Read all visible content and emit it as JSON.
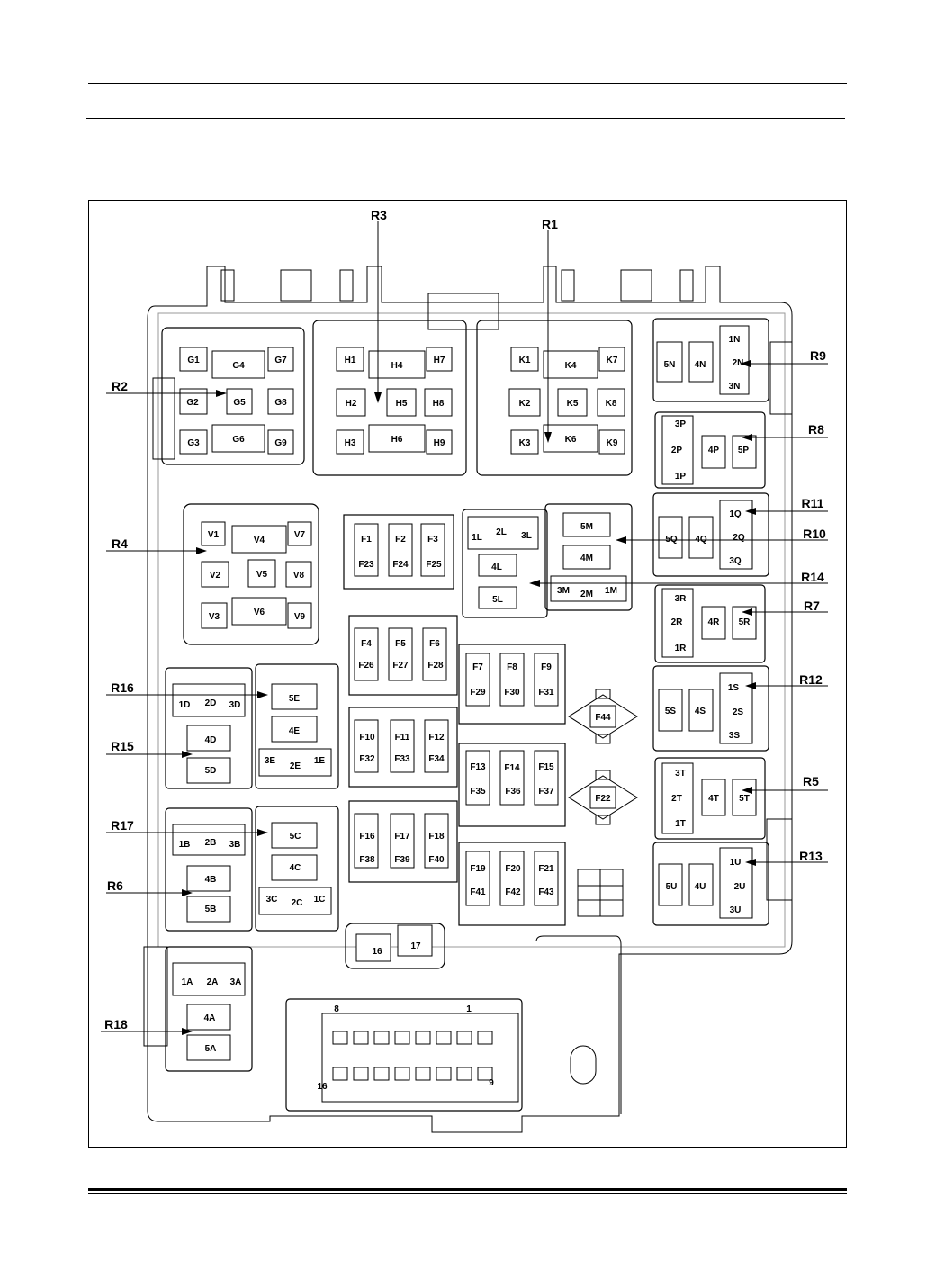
{
  "page": {
    "header_rules": "two thin rules at top",
    "footer_rule": "double rule at bottom"
  },
  "callouts": {
    "R1": "R1",
    "R2": "R2",
    "R3": "R3",
    "R4": "R4",
    "R5": "R5",
    "R6": "R6",
    "R7": "R7",
    "R8": "R8",
    "R9": "R9",
    "R10": "R10",
    "R11": "R11",
    "R12": "R12",
    "R13": "R13",
    "R14": "R14",
    "R15": "R15",
    "R16": "R16",
    "R17": "R17",
    "R18": "R18"
  },
  "relay_blocks": {
    "G": [
      "G1",
      "G2",
      "G3",
      "G4",
      "G5",
      "G6",
      "G7",
      "G8",
      "G9"
    ],
    "H": [
      "H1",
      "H2",
      "H3",
      "H4",
      "H5",
      "H6",
      "H7",
      "H8",
      "H9"
    ],
    "K": [
      "K1",
      "K2",
      "K3",
      "K4",
      "K5",
      "K6",
      "K7",
      "K8",
      "K9"
    ],
    "V": [
      "V1",
      "V2",
      "V3",
      "V4",
      "V5",
      "V6",
      "V7",
      "V8",
      "V9"
    ]
  },
  "fuses": [
    "F1",
    "F2",
    "F3",
    "F23",
    "F24",
    "F25",
    "F4",
    "F5",
    "F6",
    "F26",
    "F27",
    "F28",
    "F7",
    "F8",
    "F9",
    "F29",
    "F30",
    "F31",
    "F10",
    "F11",
    "F12",
    "F32",
    "F33",
    "F34",
    "F13",
    "F14",
    "F15",
    "F35",
    "F36",
    "F37",
    "F16",
    "F17",
    "F18",
    "F38",
    "F39",
    "F40",
    "F19",
    "F20",
    "F21",
    "F41",
    "F42",
    "F43",
    "F44",
    "F22"
  ],
  "micro_relays": {
    "N": [
      "1N",
      "2N",
      "3N",
      "4N",
      "5N"
    ],
    "P": [
      "1P",
      "2P",
      "3P",
      "4P",
      "5P"
    ],
    "Q": [
      "1Q",
      "2Q",
      "3Q",
      "4Q",
      "5Q"
    ],
    "R": [
      "1R",
      "2R",
      "3R",
      "4R",
      "5R"
    ],
    "S": [
      "1S",
      "2S",
      "3S",
      "4S",
      "5S"
    ],
    "T": [
      "1T",
      "2T",
      "3T",
      "4T",
      "5T"
    ],
    "U": [
      "1U",
      "2U",
      "3U",
      "4U",
      "5U"
    ],
    "L": [
      "1L",
      "2L",
      "3L",
      "4L",
      "5L"
    ],
    "M": [
      "1M",
      "2M",
      "3M",
      "4M",
      "5M"
    ],
    "D": [
      "1D",
      "2D",
      "3D",
      "4D",
      "5D"
    ],
    "E": [
      "1E",
      "2E",
      "3E",
      "4E",
      "5E"
    ],
    "B": [
      "1B",
      "2B",
      "3B",
      "4B",
      "5B"
    ],
    "C": [
      "1C",
      "2C",
      "3C",
      "4C",
      "5C"
    ],
    "A": [
      "1A",
      "2A",
      "3A",
      "4A",
      "5A"
    ]
  },
  "connector": {
    "c16": "16",
    "c17": "17",
    "pin_8": "8",
    "pin_1": "1",
    "pin_16": "16",
    "pin_9": "9"
  }
}
